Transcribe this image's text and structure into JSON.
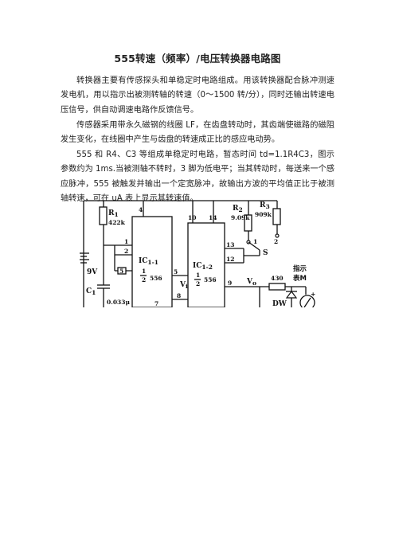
{
  "document": {
    "title": "555转速（频率）/电压转换器电路图",
    "paragraphs": [
      "转换器主要有传感探头和单稳定时电路组成。用该转换器配合脉冲测速发电机，用以指示出被测转轴的转速（0～1500 转/分），同时还输出转速电压信号，供自动调速电路作反馈信号。",
      "传感器采用带永久磁钢的线圈 LF，在齿盘转动时，其齿端使磁路的磁阻发生变化，在线圈中产生与齿盘的转速成正比的感应电动势。",
      "555 和 R4、C3 等组成单稳定时电路，暂态时间 td=1.1R4C3，图示参数约为 1ms.当被测轴不转时，3 脚为低电平；当其转动时，每送来一个感应脉冲，555 被触发并输出一个定宽脉冲，故输出方波的平均值正比于被测轴转速，可在 uA 表上显示其转速值。"
    ]
  },
  "circuit": {
    "supply_label": "9V",
    "r1_label": "R",
    "r1_sub": "1",
    "r1_value": "422k",
    "c1_label": "C",
    "c1_sub": "1",
    "c1_value": "0.033μ",
    "ic1_label": "IC",
    "ic1_sub": "1-1",
    "ic1_half": "1",
    "ic1_den": "2",
    "ic1_part": "556",
    "ic2_label": "IC",
    "ic2_sub": "1-2",
    "ic2_half": "1",
    "ic2_den": "2",
    "ic2_part": "556",
    "r2_label": "R",
    "r2_sub": "2",
    "r2_value": "9.09k",
    "r3_label": "R",
    "r3_sub": "3",
    "r3_value": "909k",
    "switch_label": "S",
    "switch_pos1": "1",
    "switch_pos2": "2",
    "pin_4": "4",
    "pin_1": "1",
    "pin_2": "2",
    "pin_5a": "5",
    "pin_5b": "5",
    "pin_10": "10",
    "pin_14": "14",
    "pin_13": "13",
    "pin_12": "12",
    "pin_9": "9",
    "pin_8": "8",
    "pin_7": "7",
    "vi_label": "V",
    "vi_sub": "i",
    "vo_label": "V",
    "vo_sub": "o",
    "r_out_value": "430",
    "meter_label_1": "指示",
    "meter_label_2": "表M",
    "dw_label": "DW",
    "plus_label": "+"
  }
}
